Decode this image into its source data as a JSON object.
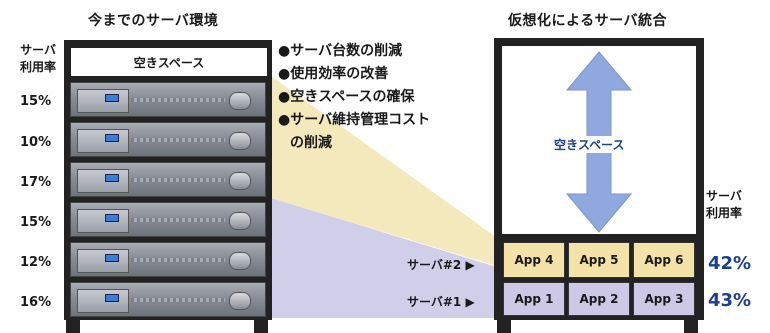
{
  "left": {
    "title": "今までのサーバ環境",
    "util_label_line1": "サーバ",
    "util_label_line2": "利用率",
    "free_space": "空きスペース",
    "server_rates": [
      "15%",
      "10%",
      "17%",
      "15%",
      "12%",
      "16%"
    ]
  },
  "bullets": [
    "●サーバ台数の削減",
    "●使用効率の改善",
    "●空きスペースの確保",
    "●サーバ維持管理コスト",
    "の削減"
  ],
  "right": {
    "title": "仮想化によるサーバ統合",
    "free_space": "空きスペース",
    "util_label_line1": "サーバ",
    "util_label_line2": "利用率",
    "server2": {
      "label": "サーバ#2 ▶",
      "apps": [
        "App 4",
        "App 5",
        "App 6"
      ],
      "rate": "42%"
    },
    "server1": {
      "label": "サーバ#1 ▶",
      "apps": [
        "App 1",
        "App 2",
        "App 3"
      ],
      "rate": "43%"
    }
  },
  "colors": {
    "accent": "#1c3f8f",
    "yellow": "#f4e3a8",
    "lavender": "#ccc8e6",
    "arrow": "#8fa8dd"
  }
}
